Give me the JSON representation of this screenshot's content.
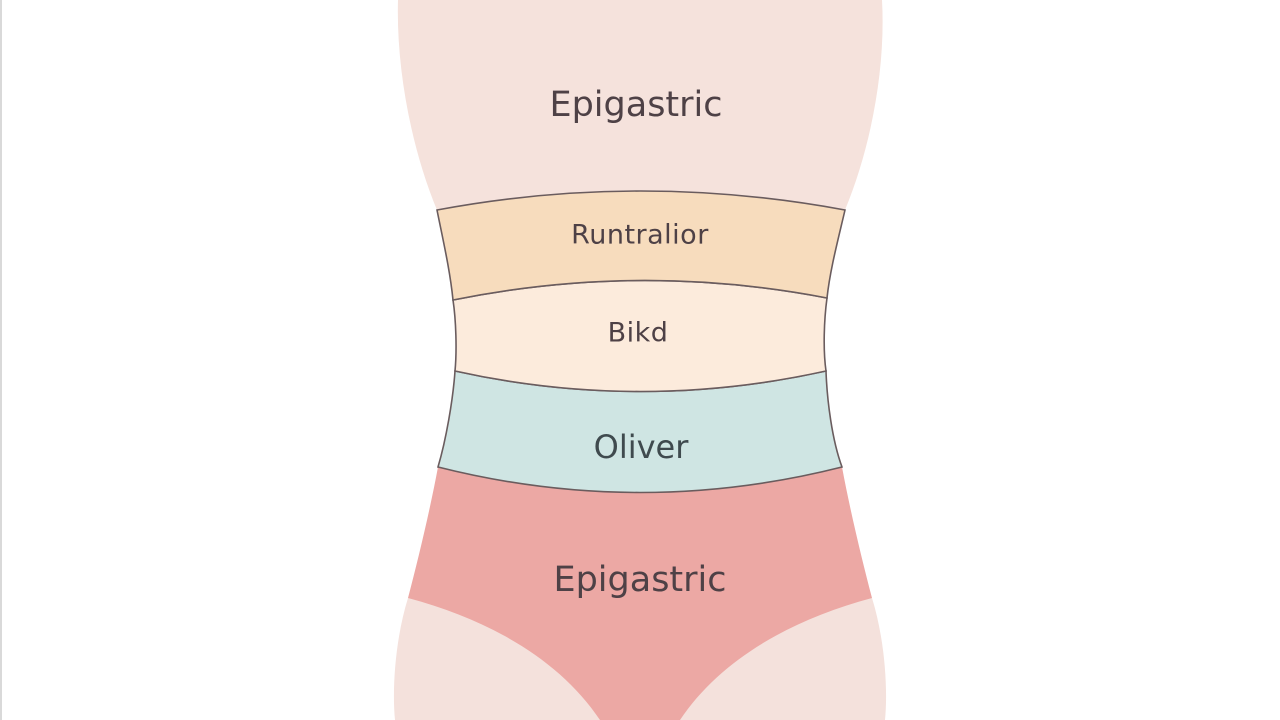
{
  "diagram": {
    "regions": [
      {
        "id": "upper",
        "label": "Epigastric",
        "fill": "#f5e2dc"
      },
      {
        "id": "band-1",
        "label": "Runtralior",
        "fill": "#f7dcbd"
      },
      {
        "id": "band-2",
        "label": "Bikd",
        "fill": "#fcebdc"
      },
      {
        "id": "band-3",
        "label": "Oliver",
        "fill": "#cfe5e3"
      },
      {
        "id": "lower",
        "label": "Epigastric",
        "fill": "#eca8a4"
      }
    ],
    "outline_color": "#6a5c5e",
    "skin_color": "#f4e1dc"
  }
}
